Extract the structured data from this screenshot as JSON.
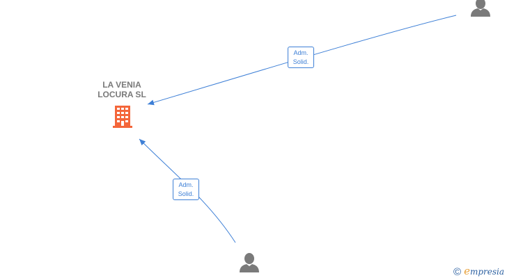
{
  "company": {
    "name_line1": "LA VENIA",
    "name_line2": "LOCURA  SL",
    "icon": "building-icon",
    "color": "#f4663a"
  },
  "persons": [
    {
      "icon": "person-icon",
      "color": "#7a7a7a"
    },
    {
      "icon": "person-icon",
      "color": "#7a7a7a"
    }
  ],
  "edges": [
    {
      "label_line1": "Adm.",
      "label_line2": "Solid.",
      "color": "#3d7fd6"
    },
    {
      "label_line1": "Adm.",
      "label_line2": "Solid.",
      "color": "#3d7fd6"
    }
  ],
  "watermark": {
    "symbol": "©",
    "brand_initial": "e",
    "brand_rest": "mpresia"
  }
}
